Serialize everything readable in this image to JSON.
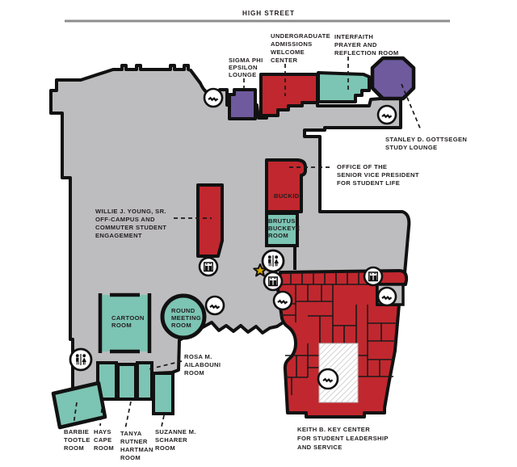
{
  "street": {
    "name": "HIGH STREET"
  },
  "colors": {
    "building": "#bdbcbf",
    "meeting_room": "#7cc4b3",
    "feature_red": "#c1272e",
    "lounge_purple": "#6e5a9d",
    "street_line": "#8e8d90",
    "text": "#221e1f",
    "star": "#d7a900",
    "outline": "#111111"
  },
  "icons": {
    "stairs": "stairs-icon",
    "elevator": "elevator-icon",
    "restroom": "restroom-icon",
    "star": "star-marker"
  },
  "labels": {
    "sigma_phi": [
      "SIGMA PHI",
      "EPSILON",
      "LOUNGE"
    ],
    "undergrad": [
      "UNDERGRADUATE",
      "ADMISSIONS",
      "WELCOME",
      "CENTER"
    ],
    "interfaith": [
      "INTERFAITH",
      "PRAYER AND",
      "REFLECTION ROOM"
    ],
    "gottsegen": [
      "STANLEY D. GOTTSEGEN",
      "STUDY LOUNGE"
    ],
    "svp_office": [
      "OFFICE OF THE",
      "SENIOR VICE PRESIDENT",
      "FOR STUDENT LIFE"
    ],
    "willie": [
      "WILLIE J. YOUNG, SR.",
      "OFF-CAMPUS AND",
      "COMMUTER STUDENT",
      "ENGAGEMENT"
    ],
    "rosa": [
      "ROSA M.",
      "AILABOUNI",
      "ROOM"
    ],
    "barbie": [
      "BARBIE",
      "TOOTLE",
      "ROOM"
    ],
    "hays": [
      "HAYS",
      "CAPE",
      "ROOM"
    ],
    "tanya": [
      "TANYA",
      "RUTNER",
      "HARTMAN",
      "ROOM"
    ],
    "suzanne": [
      "SUZANNE M.",
      "SCHARER",
      "ROOM"
    ],
    "keith": [
      "KEITH B. KEY CENTER",
      "FOR STUDENT LEADERSHIP",
      "AND SERVICE"
    ],
    "buckid": "BUCKID",
    "brutus": [
      "BRUTUS",
      "BUCKEYE",
      "ROOM"
    ],
    "cartoon": [
      "CARTOON",
      "ROOM"
    ],
    "round": [
      "ROUND",
      "MEETING",
      "ROOM"
    ]
  }
}
